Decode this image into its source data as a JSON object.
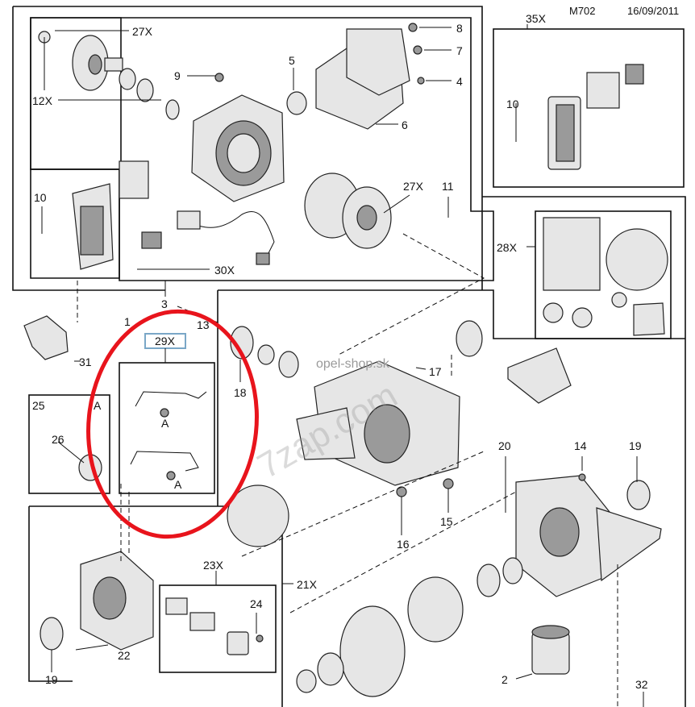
{
  "header": {
    "code": "M702",
    "date": "16/09/2011"
  },
  "watermark": {
    "site": "opel-shop.sk",
    "stamp": "7zap.com"
  },
  "highlight_color": "#e8141c",
  "callouts": {
    "c27x_top": "27X",
    "c12x": "12X",
    "c9": "9",
    "c5": "5",
    "c8": "8",
    "c7": "7",
    "c4": "4",
    "c6": "6",
    "c10_left": "10",
    "c27x_mid": "27X",
    "c11": "11",
    "c30x": "30X",
    "c3": "3",
    "c1": "1",
    "c13": "13",
    "c31": "31",
    "c35x": "35X",
    "c10_right": "10",
    "c28x": "28X",
    "c29x": "29X",
    "cA1": "A",
    "cA2": "A",
    "c25": "25",
    "cA_box": "A",
    "c26": "26",
    "c18": "18",
    "c17": "17",
    "c16": "16",
    "c15": "15",
    "c20": "20",
    "c14": "14",
    "c19_right": "19",
    "c23x": "23X",
    "c24": "24",
    "c21x": "21X",
    "c22": "22",
    "c19_left": "19",
    "c2": "2",
    "c32": "32"
  }
}
